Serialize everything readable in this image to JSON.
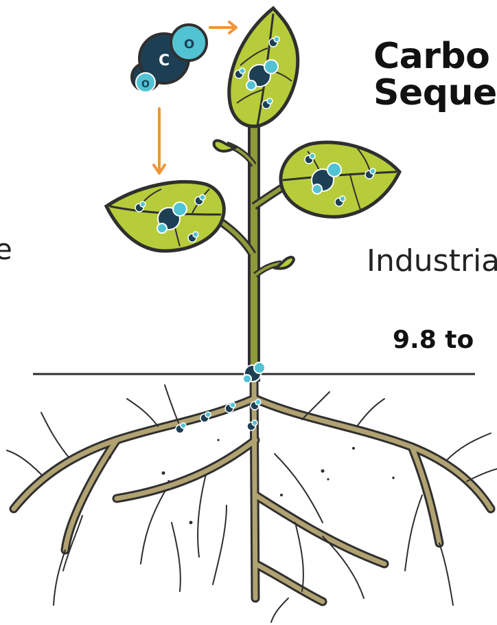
{
  "title": {
    "line1": "Carbo",
    "line2": "Seque"
  },
  "subtitle": "Industria",
  "stat": "9.8 to",
  "edge_text": "e",
  "molecule": {
    "center_atom": "C",
    "oxygen_atoms": [
      "O",
      "O"
    ]
  },
  "colors": {
    "leaf": "#b6cc3a",
    "leaf_dark": "#8fa52a",
    "stem": "#8f9a3a",
    "outline": "#2f2f2f",
    "root": "#b1a272",
    "molecule_dark": "#1d3f54",
    "molecule_light": "#52c3d3",
    "arrow": "#ee9638",
    "ground": "#2f2f2f"
  }
}
